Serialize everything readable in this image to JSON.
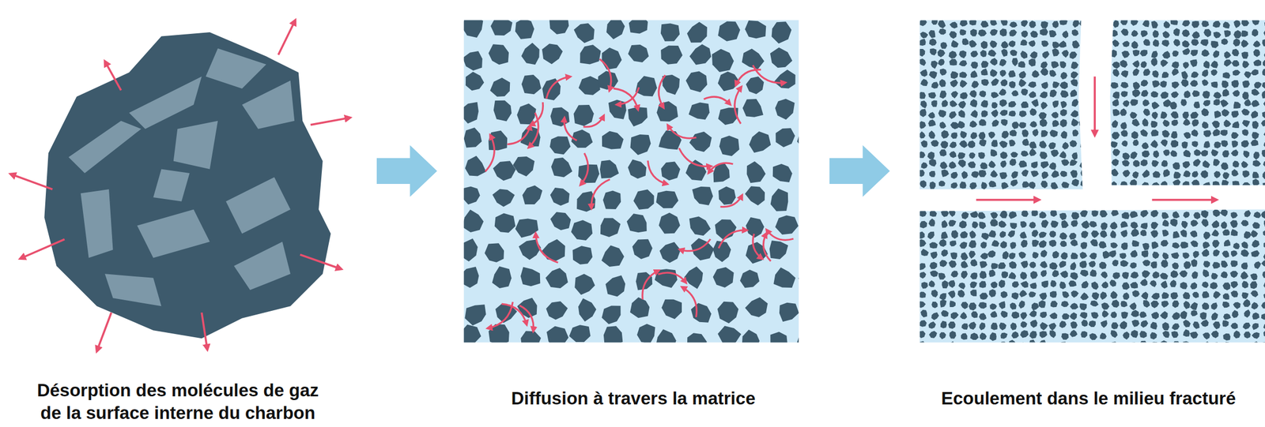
{
  "diagram": {
    "nodes": [
      {
        "text": [
          "Désorption des molécules de gaz de la surface interne du charbon"
        ]
      },
      {
        "text": [
          "Diffusion à travers la matrice"
        ]
      },
      {
        "text": [
          "Ecoulement dans le milieu fracturé"
        ]
      }
    ],
    "edges": [
      {
        "from": 0,
        "to": 1,
        "arrow": "to"
      },
      {
        "from": 1,
        "to": 2,
        "arrow": "to"
      }
    ]
  }
}
